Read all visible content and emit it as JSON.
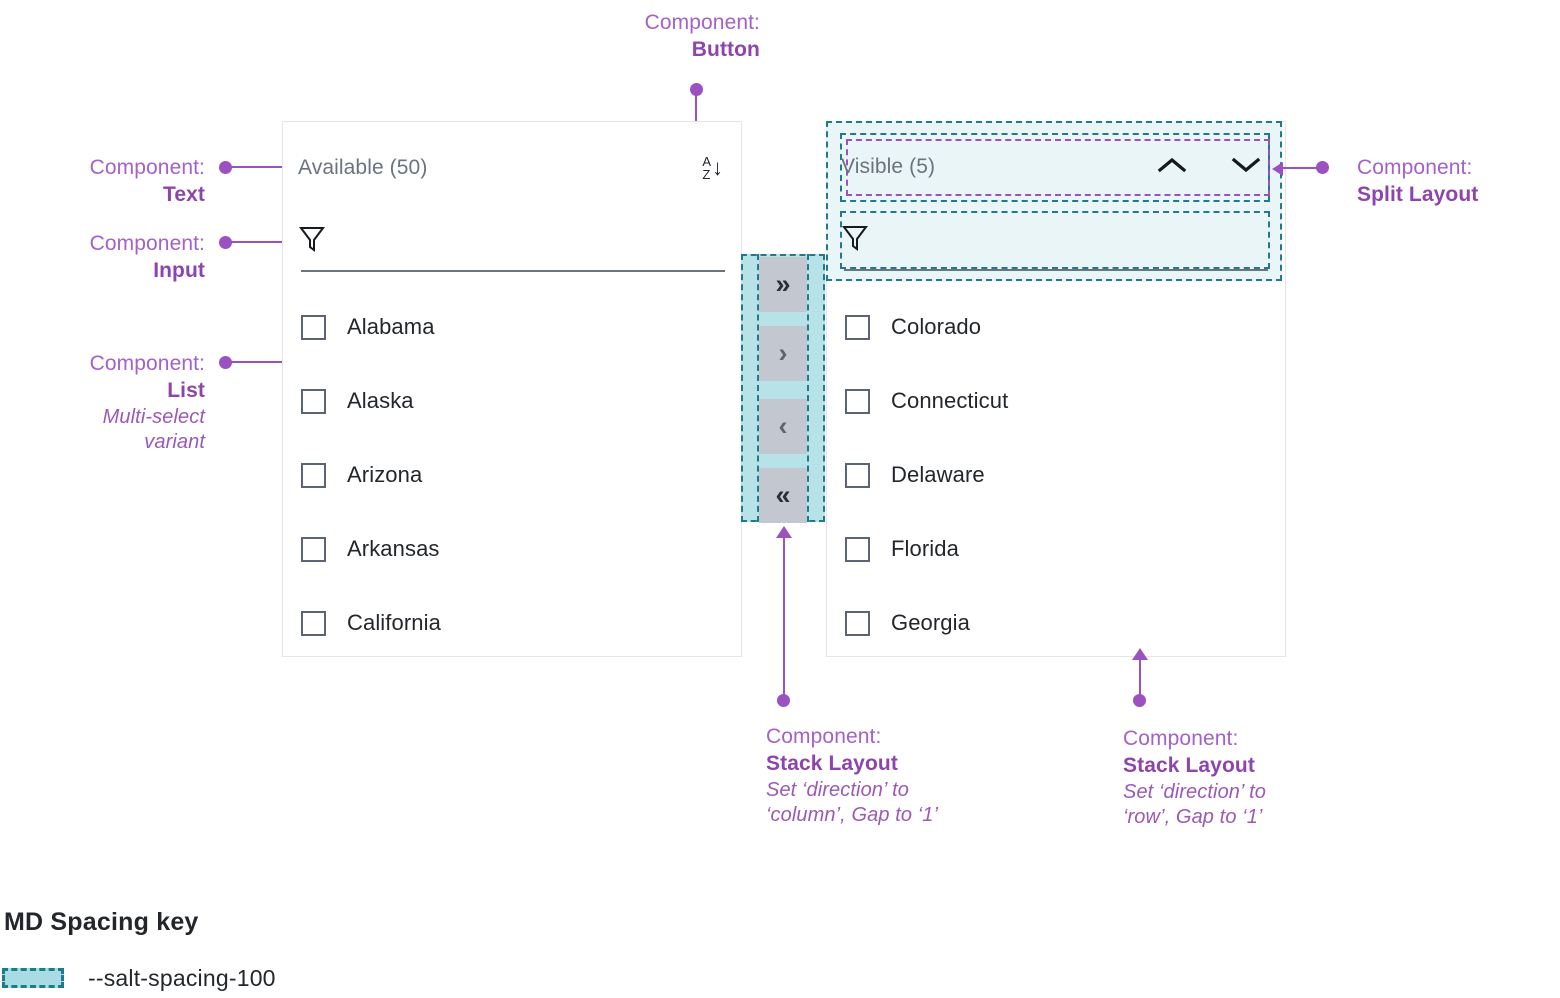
{
  "annotations": {
    "button": {
      "lead": "Component:",
      "name": "Button"
    },
    "text": {
      "lead": "Component:",
      "name": "Text"
    },
    "input": {
      "lead": "Component:",
      "name": "Input"
    },
    "list": {
      "lead": "Component:",
      "name": "List",
      "sub1": "Multi-select",
      "sub2": "variant"
    },
    "split_layout": {
      "lead": "Component:",
      "name": "Split Layout"
    },
    "stack_column": {
      "lead": "Component:",
      "name": "Stack Layout",
      "sub1": "Set ‘direction’ to",
      "sub2": "‘column’, Gap to ‘1’"
    },
    "stack_row": {
      "lead": "Component:",
      "name": "Stack Layout",
      "sub1": "Set ‘direction’ to",
      "sub2": "‘row’, Gap to ‘1’"
    }
  },
  "available_panel": {
    "title": "Available (50)",
    "sort_icon": "sort-az-descending-icon",
    "filter_icon": "funnel-filter-icon",
    "filter_value": "",
    "filter_placeholder": "",
    "items": [
      {
        "label": "Alabama",
        "checked": false
      },
      {
        "label": "Alaska",
        "checked": false
      },
      {
        "label": "Arizona",
        "checked": false
      },
      {
        "label": "Arkansas",
        "checked": false
      },
      {
        "label": "California",
        "checked": false
      }
    ]
  },
  "visible_panel": {
    "title": "Visible (5)",
    "up_icon": "chevron-up-icon",
    "down_icon": "chevron-down-icon",
    "filter_icon": "funnel-filter-icon",
    "filter_value": "",
    "filter_placeholder": "",
    "items": [
      {
        "label": "Colorado",
        "checked": false
      },
      {
        "label": "Connecticut",
        "checked": false
      },
      {
        "label": "Delaware",
        "checked": false
      },
      {
        "label": "Florida",
        "checked": false
      },
      {
        "label": "Georgia",
        "checked": false
      }
    ]
  },
  "transfer_buttons": [
    {
      "glyph": "»",
      "name": "move-all-right-button"
    },
    {
      "glyph": "›",
      "name": "move-right-button"
    },
    {
      "glyph": "‹",
      "name": "move-left-button"
    },
    {
      "glyph": "«",
      "name": "move-all-left-button"
    }
  ],
  "spacing_key": {
    "title": "MD Spacing key",
    "token": "--salt-spacing-100"
  },
  "colors": {
    "annotation_lead": "#a461c8",
    "annotation_name": "#8e44ad",
    "annotation_sub": "#9b59b6",
    "leader": "#9b51c0",
    "spacing_teal_border": "#1f7a8c",
    "spacing_teal_fill": "#e9f5f6",
    "spacing_swatch": "#a8dce2",
    "transfer_button_bg": "#c3c7d0",
    "panel_title": "#6b7280",
    "list_text": "#23272c",
    "checkbox_border": "#5a6472"
  }
}
